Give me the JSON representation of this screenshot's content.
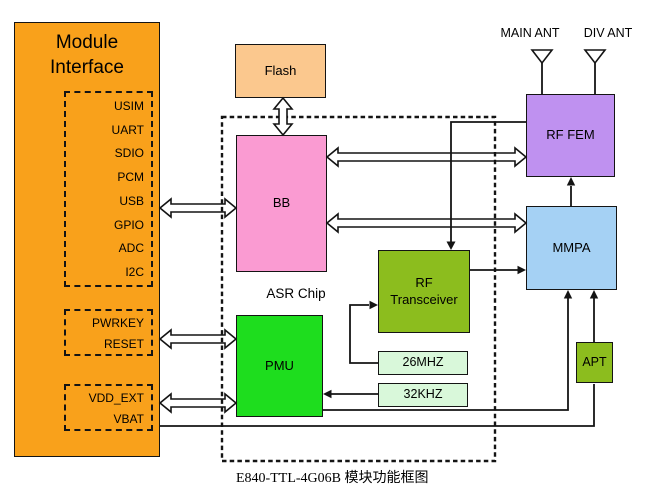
{
  "caption": "E840-TTL-4G06B 模块功能框图",
  "module_interface": {
    "title": "Module Interface",
    "interface_pins": [
      "USIM",
      "UART",
      "SDIO",
      "PCM",
      "USB",
      "GPIO",
      "ADC",
      "I2C"
    ],
    "control_pins": [
      "PWRKEY",
      "RESET"
    ],
    "power_pins": [
      "VDD_EXT",
      "VBAT"
    ]
  },
  "blocks": {
    "flash": "Flash",
    "bb": "BB",
    "pmu": "PMU",
    "asr_chip": "ASR Chip",
    "rf_transceiver": "RF Transceiver",
    "clock_26mhz": "26MHZ",
    "clock_32khz": "32KHZ",
    "rf_fem": "RF FEM",
    "mmpa": "MMPA",
    "apt": "APT"
  },
  "antennas": {
    "main": "MAIN ANT",
    "diversity": "DIV ANT"
  },
  "colors": {
    "module_interface": "#F9A11B",
    "flash": "#FBC88E",
    "bb": "#FA9BD2",
    "pmu": "#1EDD1E",
    "rf_transceiver": "#8CBD1E",
    "clock_box": "#D9F8DA",
    "rf_fem": "#BF91F0",
    "mmpa": "#A5D1F4",
    "apt": "#8CBD1E",
    "line": "#141414",
    "background": "#FFFFFF"
  }
}
